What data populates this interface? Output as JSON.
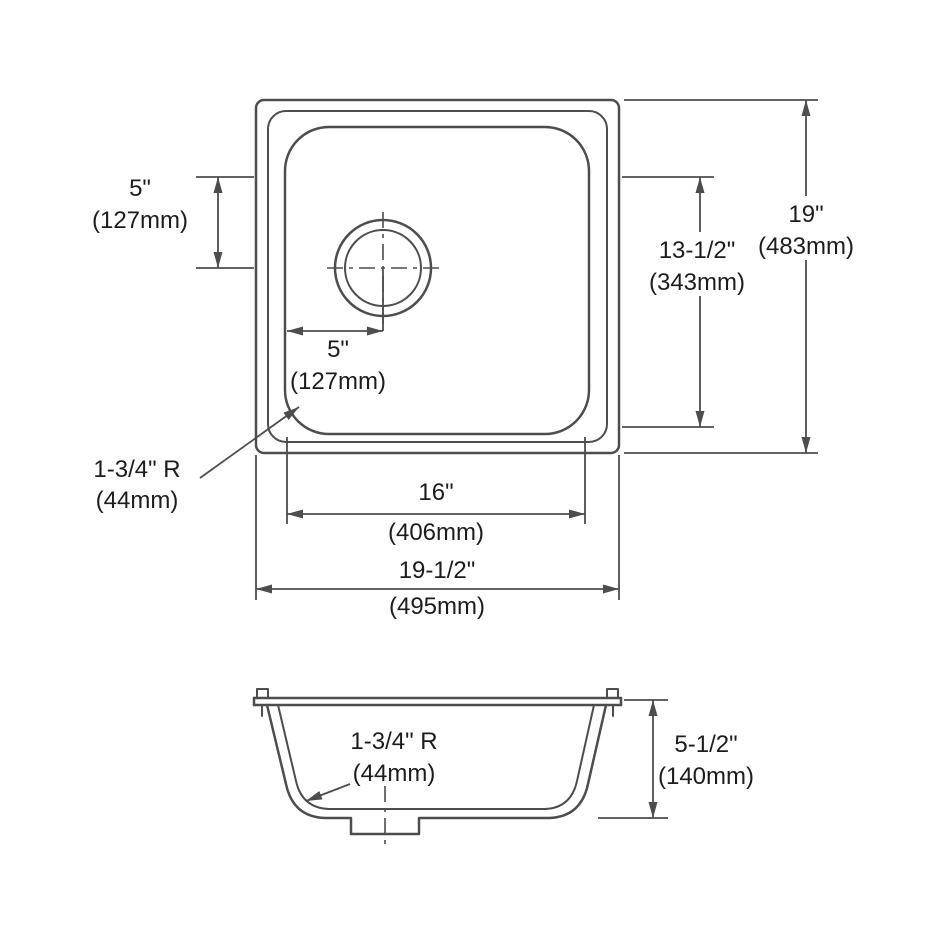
{
  "colors": {
    "line": "#4d4d4d",
    "text": "#1c1c1c",
    "background": "#ffffff"
  },
  "top_view": {
    "offset_top": {
      "inches": "5\"",
      "mm": "(127mm)"
    },
    "bowl_height": {
      "inches": "13-1/2\"",
      "mm": "(343mm)"
    },
    "overall_height": {
      "inches": "19\"",
      "mm": "(483mm)"
    },
    "offset_left": {
      "inches": "5\"",
      "mm": "(127mm)"
    },
    "corner_radius": {
      "inches": "1-3/4\" R",
      "mm": "(44mm)"
    },
    "bowl_width": {
      "inches": "16\"",
      "mm": "(406mm)"
    },
    "overall_width": {
      "inches": "19-1/2\"",
      "mm": "(495mm)"
    }
  },
  "side_view": {
    "corner_radius": {
      "inches": "1-3/4\" R",
      "mm": "(44mm)"
    },
    "depth": {
      "inches": "5-1/2\"",
      "mm": "(140mm)"
    }
  }
}
